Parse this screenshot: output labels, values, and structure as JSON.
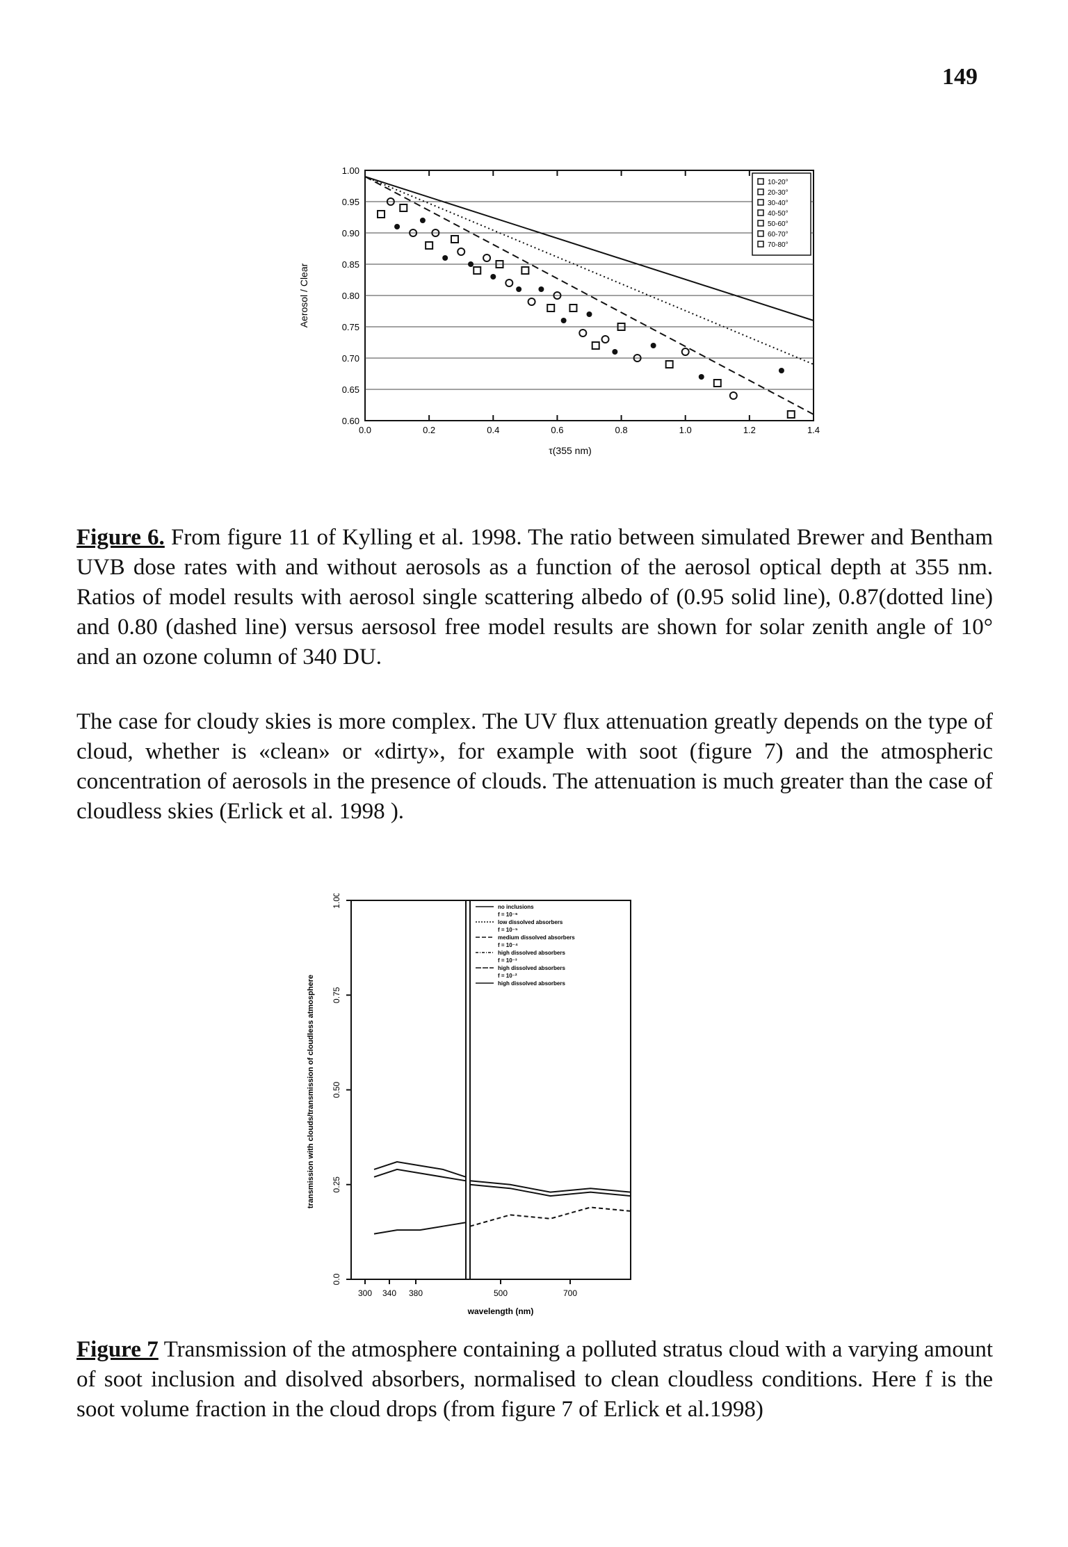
{
  "page_number": "149",
  "figure6": {
    "caption_label": "Figure 6.",
    "caption_text": " From figure 11 of Kylling et al. 1998. The ratio between simulated Brewer and Bentham UVB dose rates with and without aerosols as a function of the aerosol optical depth at 355 nm. Ratios of model results with aerosol single scattering albedo of (0.95 solid line), 0.87(dotted line) and 0.80 (dashed line) versus aersosol free model results are shown for solar zenith angle of 10° and an ozone column of 340 DU.",
    "chart_data": {
      "type": "scatter",
      "xlabel": "τ(355 nm)",
      "ylabel": "Aerosol / Clear",
      "xlim": [
        0.0,
        1.4
      ],
      "ylim": [
        0.6,
        1.0
      ],
      "x_ticks": [
        "0.0",
        "0.2",
        "0.4",
        "0.6",
        "0.8",
        "1.0",
        "1.2",
        "1.4"
      ],
      "y_ticks": [
        "1.00",
        "0.95",
        "0.90",
        "0.85",
        "0.80",
        "0.75",
        "0.70",
        "0.65",
        "0.60"
      ],
      "legend_placement": "top-right",
      "legend": [
        "10-20°",
        "20-30°",
        "30-40°",
        "40-50°",
        "50-60°",
        "60-70°",
        "70-80°"
      ],
      "lines": [
        {
          "style": "solid",
          "x": [
            0.0,
            1.4
          ],
          "y": [
            0.99,
            0.76
          ]
        },
        {
          "style": "dotted",
          "x": [
            0.0,
            1.4
          ],
          "y": [
            0.99,
            0.69
          ]
        },
        {
          "style": "dashed",
          "x": [
            0.0,
            1.4
          ],
          "y": [
            0.99,
            0.61
          ]
        }
      ],
      "points": [
        {
          "x": 0.05,
          "y": 0.93
        },
        {
          "x": 0.08,
          "y": 0.95
        },
        {
          "x": 0.1,
          "y": 0.91
        },
        {
          "x": 0.12,
          "y": 0.94
        },
        {
          "x": 0.15,
          "y": 0.9
        },
        {
          "x": 0.18,
          "y": 0.92
        },
        {
          "x": 0.2,
          "y": 0.88
        },
        {
          "x": 0.22,
          "y": 0.9
        },
        {
          "x": 0.25,
          "y": 0.86
        },
        {
          "x": 0.28,
          "y": 0.89
        },
        {
          "x": 0.3,
          "y": 0.87
        },
        {
          "x": 0.33,
          "y": 0.85
        },
        {
          "x": 0.35,
          "y": 0.84
        },
        {
          "x": 0.38,
          "y": 0.86
        },
        {
          "x": 0.4,
          "y": 0.83
        },
        {
          "x": 0.42,
          "y": 0.85
        },
        {
          "x": 0.45,
          "y": 0.82
        },
        {
          "x": 0.48,
          "y": 0.81
        },
        {
          "x": 0.5,
          "y": 0.84
        },
        {
          "x": 0.52,
          "y": 0.79
        },
        {
          "x": 0.55,
          "y": 0.81
        },
        {
          "x": 0.58,
          "y": 0.78
        },
        {
          "x": 0.6,
          "y": 0.8
        },
        {
          "x": 0.62,
          "y": 0.76
        },
        {
          "x": 0.65,
          "y": 0.78
        },
        {
          "x": 0.68,
          "y": 0.74
        },
        {
          "x": 0.7,
          "y": 0.77
        },
        {
          "x": 0.72,
          "y": 0.72
        },
        {
          "x": 0.75,
          "y": 0.73
        },
        {
          "x": 0.78,
          "y": 0.71
        },
        {
          "x": 0.8,
          "y": 0.75
        },
        {
          "x": 0.85,
          "y": 0.7
        },
        {
          "x": 0.9,
          "y": 0.72
        },
        {
          "x": 0.95,
          "y": 0.69
        },
        {
          "x": 1.0,
          "y": 0.71
        },
        {
          "x": 1.05,
          "y": 0.67
        },
        {
          "x": 1.1,
          "y": 0.66
        },
        {
          "x": 1.15,
          "y": 0.64
        },
        {
          "x": 1.3,
          "y": 0.68
        },
        {
          "x": 1.33,
          "y": 0.61
        }
      ]
    }
  },
  "paragraph1": "The case for cloudy skies is more complex. The UV flux attenuation greatly depends on the type of cloud, whether is «clean» or «dirty», for example with soot (figure 7) and the atmospheric concentration of aerosols in the presence of clouds. The attenuation is much greater than the case of cloudless skies (Erlick et al. 1998 ).",
  "figure7": {
    "caption_label": "Figure 7",
    "caption_text": " Transmission of the atmosphere containing a polluted stratus cloud with a varying amount of soot inclusion and disolved absorbers, normalised to clean cloudless conditions. Here f is the soot volume fraction in the cloud drops (from figure 7 of Erlick et al.1998)",
    "chart_data": {
      "type": "line",
      "xlabel": "wavelength (nm)",
      "ylabel": "transmission with clouds/transmission of cloudless atmosphere",
      "ylim": [
        0.0,
        1.0
      ],
      "y_ticks": [
        "0.0",
        "0.25",
        "0.50",
        "0.75",
        "1.00"
      ],
      "x_ticks": [
        "300",
        "340",
        "380",
        "500",
        "700"
      ],
      "legend_placement": "top-right",
      "legend": [
        "no inclusions",
        "f = 10⁻⁶",
        "low dissolved absorbers",
        "f = 10⁻⁵",
        "medium dissolved absorbers",
        "f = 10⁻⁴",
        "high dissolved absorbers",
        "f = 10⁻³",
        "high dissolved absorbers",
        "f = 10⁻²",
        "high dissolved absorbers"
      ],
      "series": [
        {
          "x_left": [
            300,
            320,
            340,
            360,
            380
          ],
          "left": [
            0.29,
            0.31,
            0.3,
            0.29,
            0.27
          ],
          "x_right": [
            400,
            500,
            600,
            700,
            800
          ],
          "right": [
            0.26,
            0.25,
            0.23,
            0.24,
            0.23
          ]
        },
        {
          "x_left": [
            300,
            320,
            340,
            360,
            380
          ],
          "left": [
            0.27,
            0.29,
            0.28,
            0.27,
            0.26
          ],
          "x_right": [
            400,
            500,
            600,
            700,
            800
          ],
          "right": [
            0.25,
            0.24,
            0.22,
            0.23,
            0.22
          ]
        },
        {
          "x_left": [
            300,
            320,
            340,
            360,
            380
          ],
          "left": [
            0.12,
            0.13,
            0.13,
            0.14,
            0.15
          ],
          "x_right": [
            400,
            500,
            600,
            700,
            800
          ],
          "right": [
            0.14,
            0.17,
            0.16,
            0.19,
            0.18
          ]
        }
      ]
    }
  }
}
